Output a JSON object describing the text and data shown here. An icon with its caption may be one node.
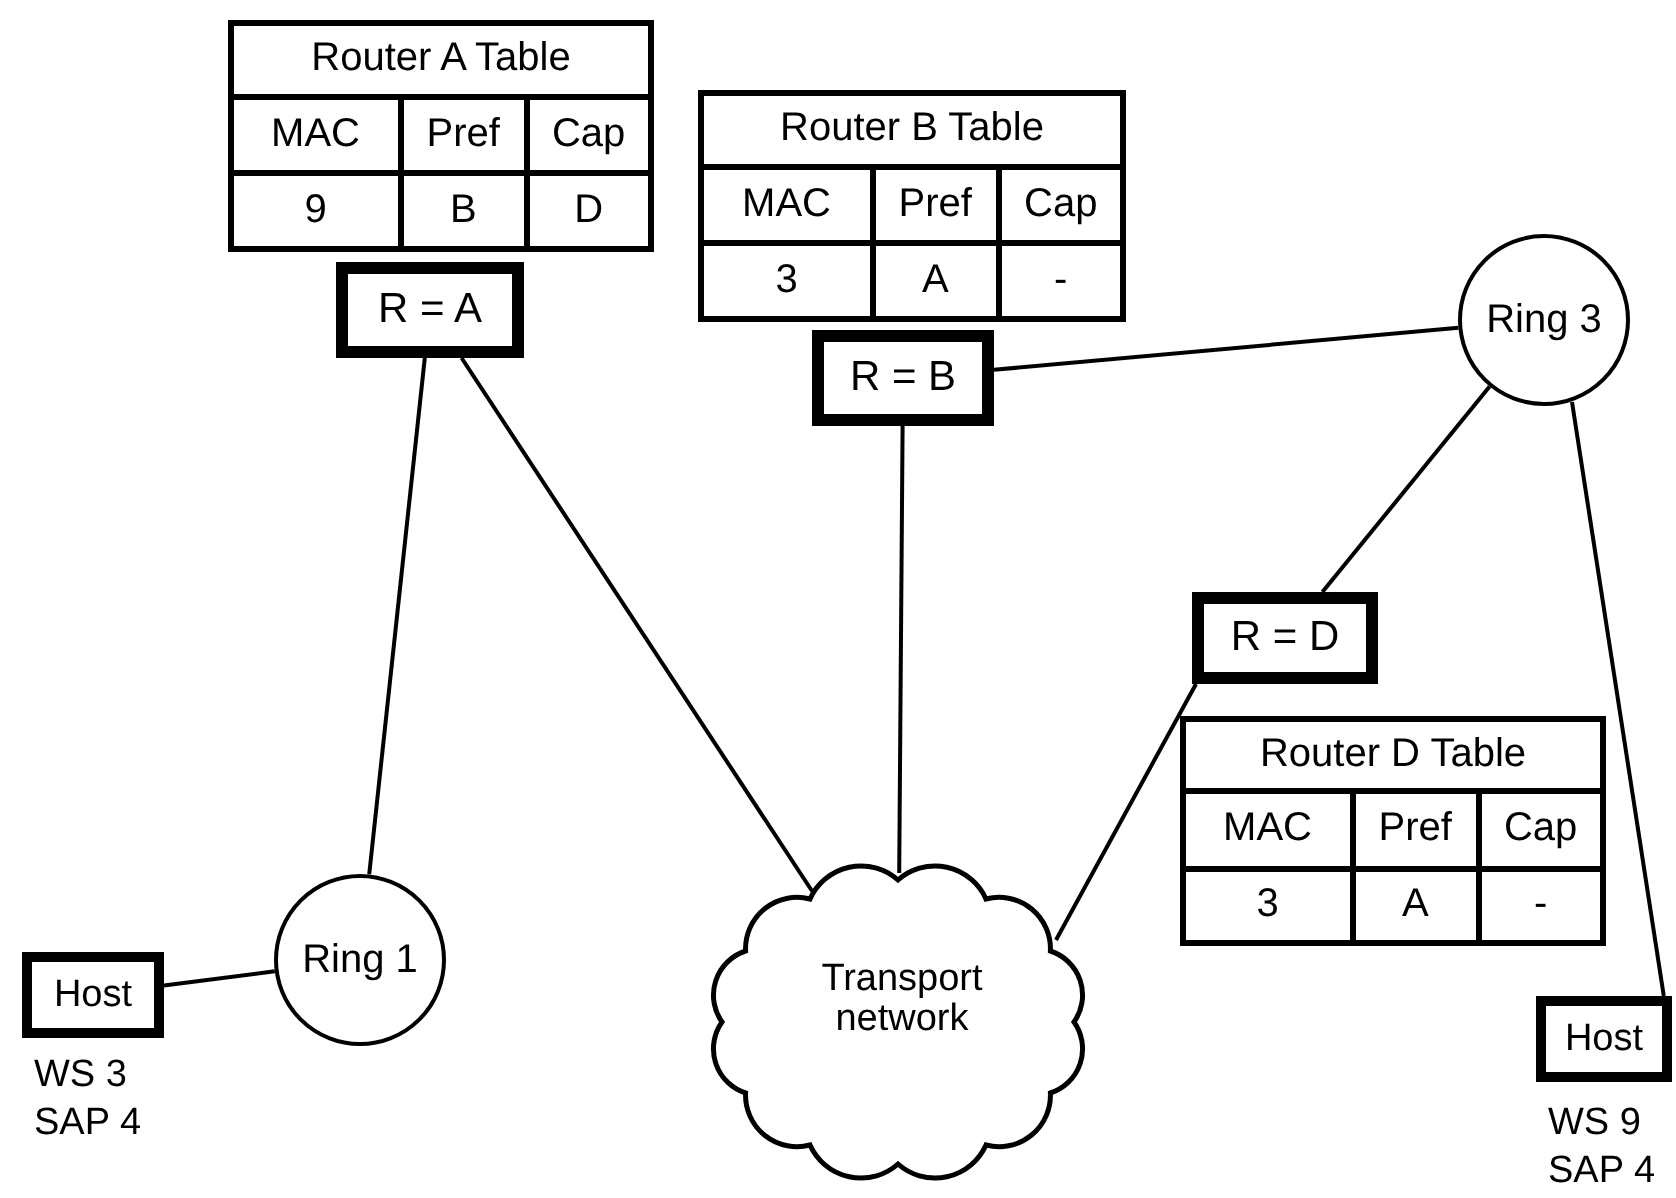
{
  "diagram": {
    "nodes": [
      {
        "text": [
          "Router A Table",
          "MAC",
          "Pref",
          "Cap",
          "9",
          "B",
          "D"
        ]
      },
      {
        "text": [
          "R = A"
        ]
      },
      {
        "text": [
          "Router B Table",
          "MAC",
          "Pref",
          "Cap",
          "3",
          "A",
          "-"
        ]
      },
      {
        "text": [
          "R = B"
        ]
      },
      {
        "text": [
          "Ring 3"
        ]
      },
      {
        "text": [
          "R = D"
        ]
      },
      {
        "text": [
          "Router D Table",
          "MAC",
          "Pref",
          "Cap",
          "3",
          "A",
          "-"
        ]
      },
      {
        "text": [
          "Host"
        ],
        "beside": [
          "WS 3",
          "SAP 4"
        ]
      },
      {
        "text": [
          "Ring 1"
        ]
      },
      {
        "text": [
          "Transport network"
        ]
      },
      {
        "text": [
          "Host"
        ],
        "beside": [
          "WS 9",
          "SAP 4"
        ]
      }
    ],
    "edges": [
      {
        "from": 7,
        "to": 8,
        "arrow": "none"
      },
      {
        "from": 1,
        "to": 8,
        "arrow": "none"
      },
      {
        "from": 1,
        "to": 9,
        "arrow": "none"
      },
      {
        "from": 3,
        "to": 9,
        "arrow": "none"
      },
      {
        "from": 3,
        "to": 4,
        "arrow": "none"
      },
      {
        "from": 4,
        "to": 5,
        "arrow": "none"
      },
      {
        "from": 5,
        "to": 9,
        "arrow": "none"
      },
      {
        "from": 4,
        "to": 10,
        "arrow": "none"
      }
    ]
  }
}
